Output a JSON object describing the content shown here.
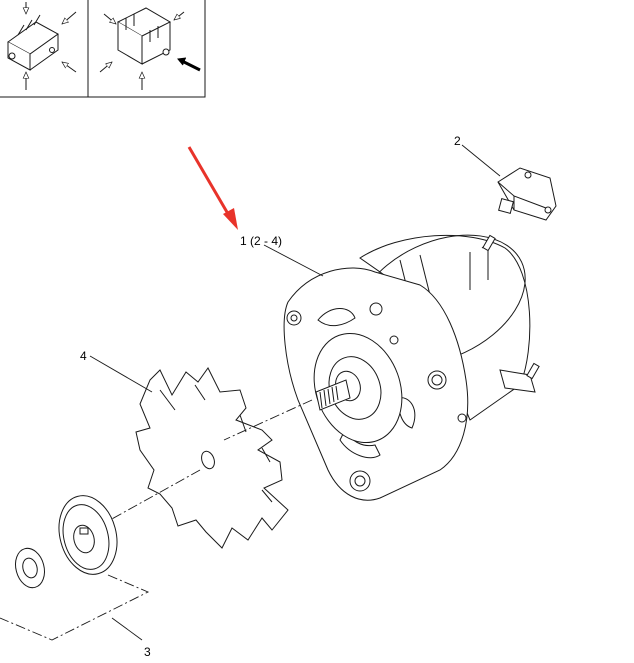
{
  "callouts": {
    "item_1": "1 (2 - 4)",
    "item_2": "2",
    "item_3": "3",
    "item_4": "4"
  },
  "colors": {
    "line": "#1a1a1a",
    "highlight_arrow": "#e8332a",
    "background": "#ffffff"
  },
  "icons": [
    "orientation-view-left-icon",
    "orientation-view-right-icon",
    "red-pointer-arrow-icon"
  ]
}
